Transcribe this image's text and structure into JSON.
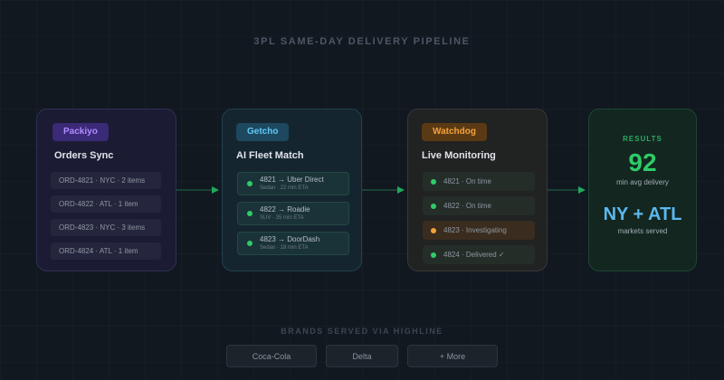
{
  "title": "3PL SAME-DAY DELIVERY PIPELINE",
  "accent_colors": {
    "packiyo": "#b08cff",
    "getcho": "#61c8f5",
    "watchdog": "#f5a13a",
    "success": "#2dcc68",
    "markets": "#5bb8ee"
  },
  "orders": {
    "badge": "Packiyo",
    "heading": "Orders Sync",
    "items": [
      "ORD-4821 · NYC · 2 items",
      "ORD-4822 · ATL · 1 item",
      "ORD-4823 · NYC · 3 items",
      "ORD-4824 · ATL · 1 item"
    ]
  },
  "fleet": {
    "badge": "Getcho",
    "heading": "AI Fleet Match",
    "items": [
      {
        "main": "4821 → Uber Direct",
        "sub": "Sedan · 22 min ETA",
        "status_icon": "green-dot-icon"
      },
      {
        "main": "4822 → Roadie",
        "sub": "SUV · 35 min ETA",
        "status_icon": "green-dot-icon"
      },
      {
        "main": "4823 → DoorDash",
        "sub": "Sedan · 18 min ETA",
        "status_icon": "green-dot-icon"
      }
    ]
  },
  "monitoring": {
    "badge": "Watchdog",
    "heading": "Live Monitoring",
    "items": [
      {
        "text": "4821 · On time",
        "status": "green"
      },
      {
        "text": "4822 · On time",
        "status": "green"
      },
      {
        "text": "4823 · Investigating",
        "status": "amber"
      },
      {
        "text": "4824 · Delivered ✓",
        "status": "green"
      }
    ]
  },
  "results": {
    "heading": "RESULTS",
    "metric1_value": "92",
    "metric1_label": "min avg delivery",
    "metric2_value": "NY + ATL",
    "metric2_label": "markets served"
  },
  "brands": {
    "heading": "BRANDS SERVED VIA HIGHLINE",
    "items": [
      "Coca-Cola",
      "Delta",
      "+ More"
    ]
  }
}
